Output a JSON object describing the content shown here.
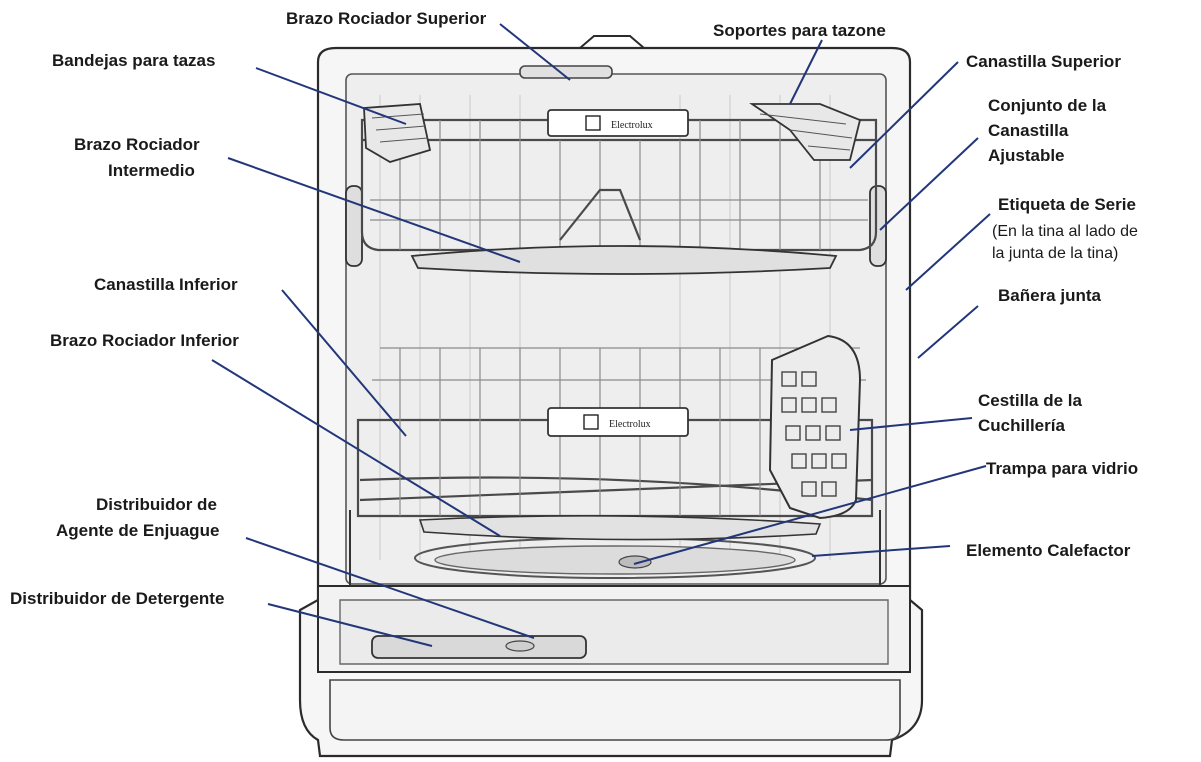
{
  "brand": "Electrolux",
  "labels": {
    "upper_spray_arm": "Brazo Rociador Superior",
    "bowl_supports": "Soportes para tazone",
    "cup_shelves": "Bandejas para tazas",
    "upper_rack": "Canastilla Superior",
    "mid_spray_arm_1": "Brazo Rociador",
    "mid_spray_arm_2": "Intermedio",
    "adjuster_1": "Conjunto de la",
    "adjuster_2": "Canastilla",
    "adjuster_3": "Ajustable",
    "serial_label": "Etiqueta de Serie",
    "serial_note_1": "(En la tina al lado de",
    "serial_note_2": "la junta de la tina)",
    "tub_gasket": "Bañera junta",
    "lower_rack": "Canastilla Inferior",
    "lower_spray_arm": "Brazo Rociador Inferior",
    "cutlery_1": "Cestilla de la",
    "cutlery_2": "Cuchillería",
    "glass_trap": "Trampa para vidrio",
    "rinse_1": "Distribuidor de",
    "rinse_2": "Agente de Enjuague",
    "heater": "Elemento Calefactor",
    "detergent": "Distribuidor de Detergente"
  },
  "colors": {
    "leader": "#22367a",
    "text": "#1a1a1a",
    "outline": "#2b2b2b"
  }
}
